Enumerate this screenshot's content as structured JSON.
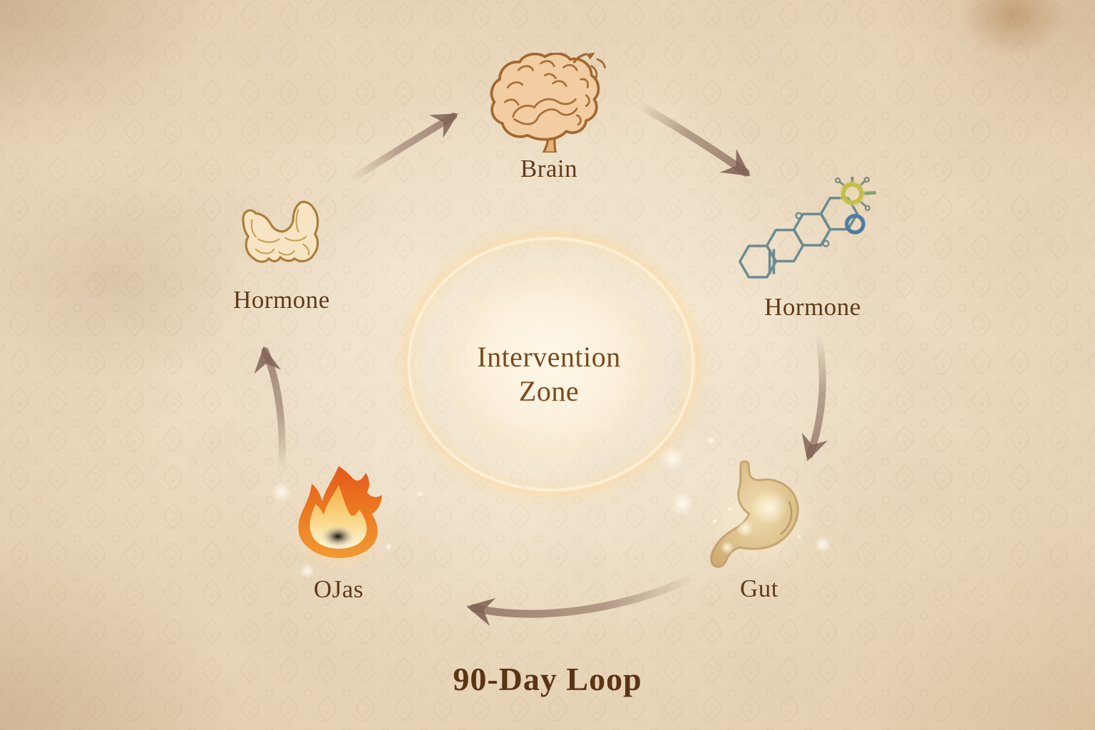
{
  "diagram": {
    "loop_title": "90-Day Loop",
    "center": {
      "line1": "Intervention",
      "line2": "Zone"
    },
    "nodes": {
      "brain": {
        "label": "Brain",
        "icon": "brain-icon"
      },
      "hormone_molecule": {
        "label": "Hormone",
        "icon": "hormone-molecule-icon"
      },
      "gut": {
        "label": "Gut",
        "icon": "stomach-icon"
      },
      "ojas": {
        "label": "OJas",
        "icon": "fire-icon"
      },
      "hormone_gland": {
        "label": "Hormone",
        "icon": "thyroid-gland-icon"
      }
    },
    "arrows": [
      {
        "from": "hormone_gland",
        "to": "brain"
      },
      {
        "from": "brain",
        "to": "hormone_molecule"
      },
      {
        "from": "hormone_molecule",
        "to": "gut"
      },
      {
        "from": "gut",
        "to": "ojas"
      },
      {
        "from": "ojas",
        "to": "hormone_gland"
      }
    ],
    "colors": {
      "background": "#eedcc0",
      "text_brown": "#5e3a19",
      "center_text": "#7b4a20",
      "arrow": "#8d7260",
      "molecule_teal": "#517a84",
      "molecule_yellow": "#c3bd4a",
      "molecule_blue": "#4e7ca3",
      "flame_orange": "#ec6f1e",
      "glow_cream": "#ffe9c2"
    }
  }
}
